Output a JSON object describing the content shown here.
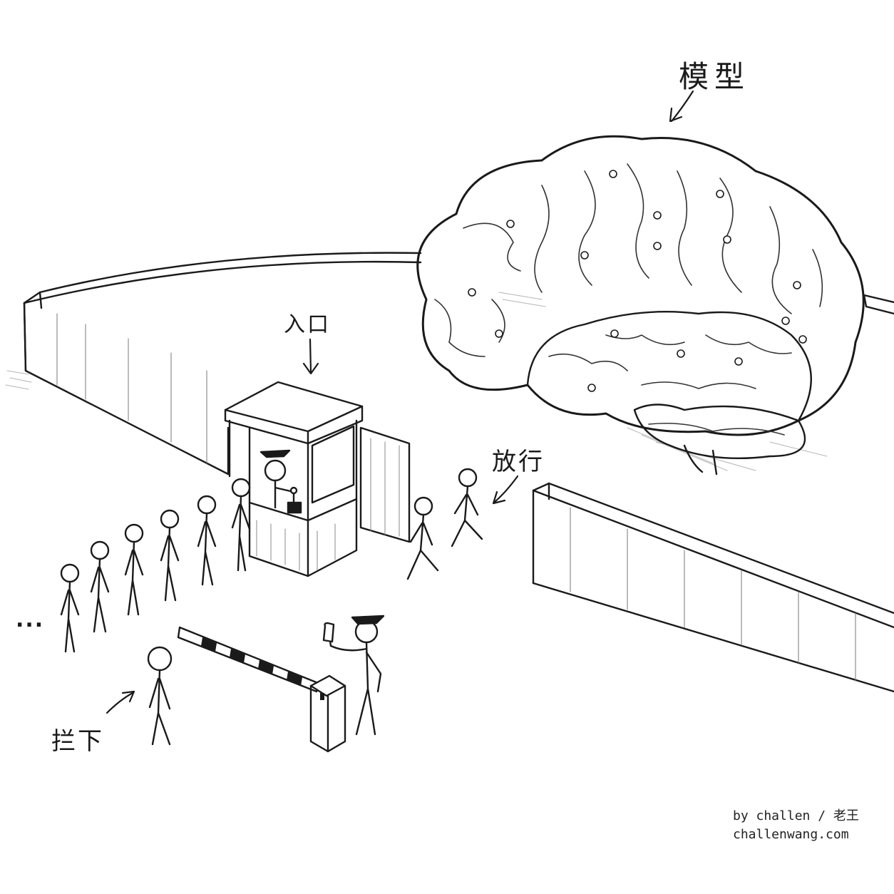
{
  "labels": {
    "model": "模型",
    "entrance": "入口",
    "pass": "放行",
    "blocked": "拦下",
    "queue_continues": "..."
  },
  "credit": {
    "line1": "by challen / 老王",
    "line2": "challenwang.com"
  },
  "icons": [
    "brain-illustration",
    "guard-booth",
    "barrier-gate",
    "wall",
    "stick-figure"
  ],
  "colors": {
    "ink": "#1a1a1a",
    "paper": "#ffffff",
    "shade": "#9a9a9a"
  }
}
